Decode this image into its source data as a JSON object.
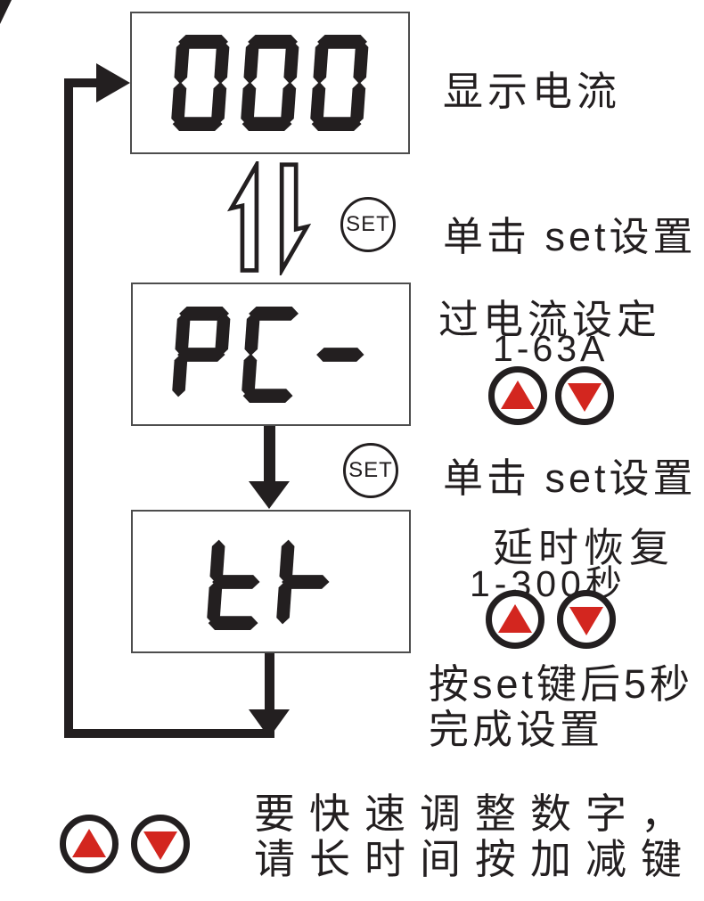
{
  "colors": {
    "ink": "#231f20",
    "red": "#d3261f",
    "box-border": "#4d4d4d"
  },
  "set_button_label": "SET",
  "flow": {
    "step1": {
      "display_value": "000",
      "display_segments": [
        "abcdef",
        "abcdef",
        "abcdef"
      ],
      "caption": "显示电流"
    },
    "step1_to_2": {
      "action": "单击 set设置"
    },
    "step2": {
      "display_value": "PC-",
      "display_segments": [
        "abefg",
        "adef",
        "g"
      ],
      "caption": "过电流设定",
      "range": "1-63A"
    },
    "step2_to_3": {
      "action": "单击 set设置"
    },
    "step3": {
      "display_value": "tt",
      "display_segments": [
        "defg",
        "efg"
      ],
      "caption": "延时恢复",
      "range": "1-300秒"
    },
    "finish": {
      "line1": "按set键后5秒",
      "line2": "完成设置"
    }
  },
  "footer": {
    "hint_line1": "要快速调整数字，",
    "hint_line2": "请长时间按加减键"
  }
}
